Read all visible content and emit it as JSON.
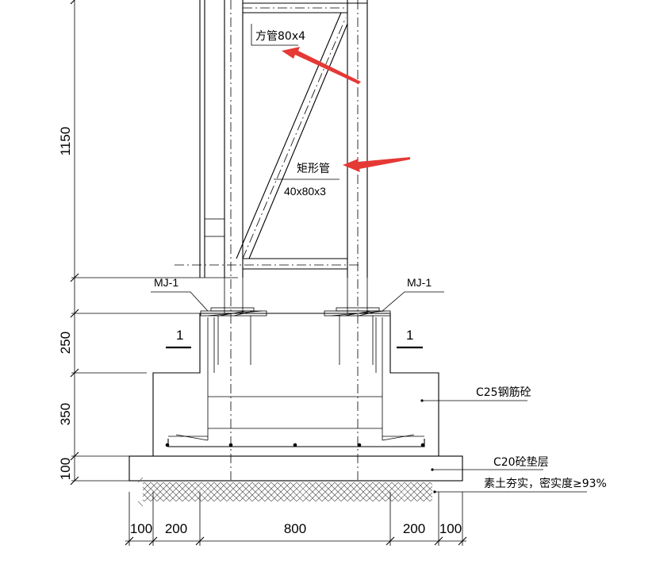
{
  "labels": {
    "square_tube": "方管80x4",
    "rect_tube_title": "矩形管",
    "rect_tube_size": "40x80x3",
    "embed_left": "MJ-1",
    "embed_right": "MJ-1",
    "section_left": "1",
    "section_right": "1",
    "concrete": "C25钢筋砼",
    "cushion": "C20砼垫层",
    "soil": "素土夯实，密实度≥93%"
  },
  "dimensions": {
    "vertical": [
      "1150",
      "250",
      "350",
      "100"
    ],
    "horizontal": [
      "100",
      "200",
      "800",
      "200",
      "100"
    ]
  },
  "colors": {
    "line": "#000000",
    "arrow": "#e53935"
  }
}
